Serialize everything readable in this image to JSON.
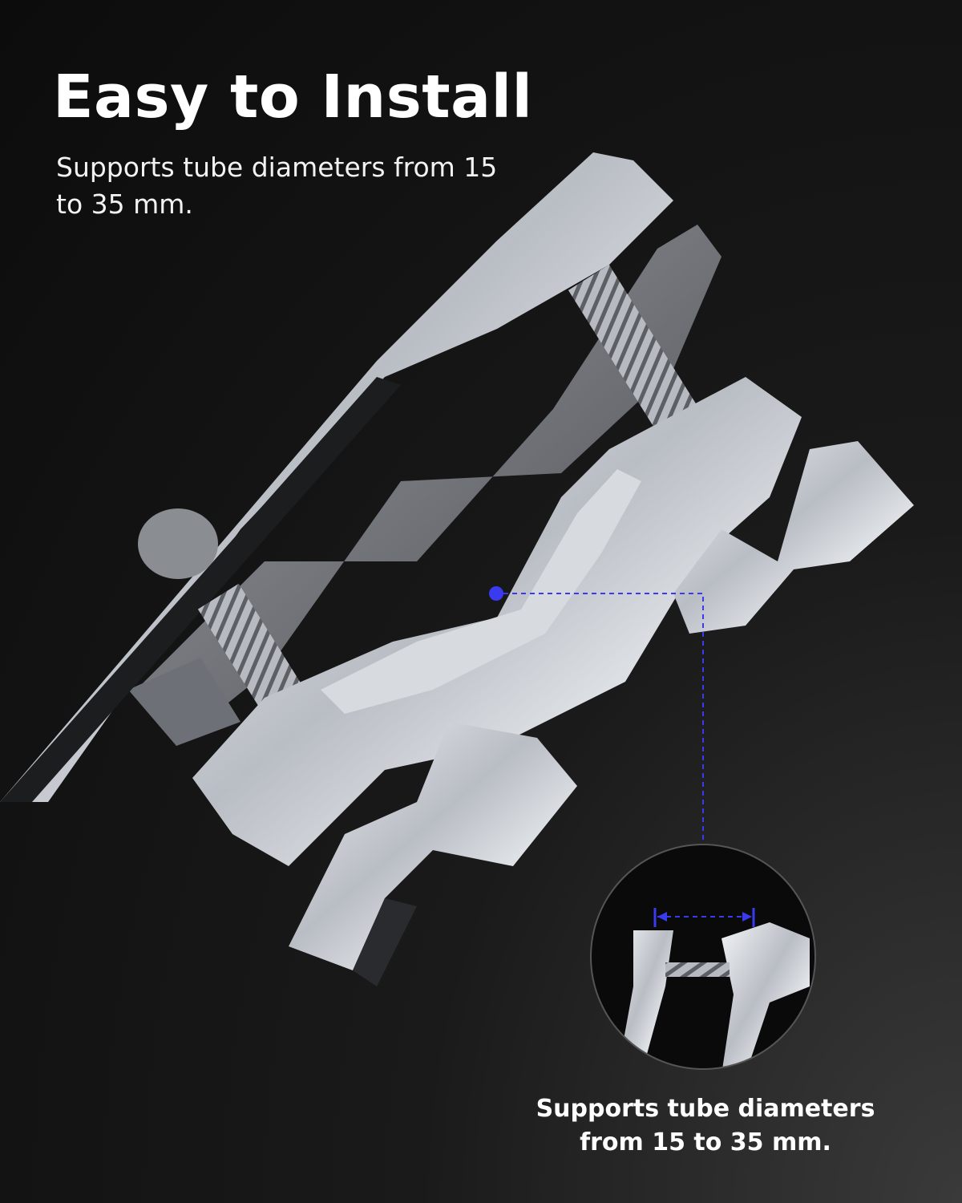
{
  "header": {
    "title": "Easy to Install",
    "subtitle": "Supports tube diameters from 15 to 35 mm."
  },
  "detail": {
    "caption": "Supports tube diameters from 15 to 35 mm."
  },
  "colors": {
    "background": "#0c0c0c",
    "metal": "#c9ccd2",
    "accent": "#3a3af0",
    "text": "#ffffff"
  }
}
